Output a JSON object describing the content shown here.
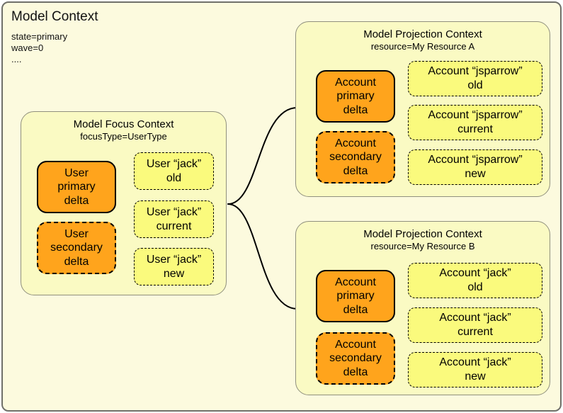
{
  "model_context": {
    "title": "Model Context",
    "properties": [
      "state=primary",
      "wave=0",
      "...."
    ]
  },
  "focus_context": {
    "title": "Model Focus Context",
    "subtitle": "focusType=UserType",
    "primary_delta": "User\nprimary\ndelta",
    "secondary_delta": "User\nsecondary\ndelta",
    "snapshots": [
      "User “jack”\nold",
      "User “jack”\ncurrent",
      "User “jack”\nnew"
    ]
  },
  "projection_a": {
    "title": "Model Projection Context",
    "subtitle": "resource=My Resource A",
    "primary_delta": "Account\nprimary\ndelta",
    "secondary_delta": "Account\nsecondary\ndelta",
    "snapshots": [
      "Account “jsparrow”\nold",
      "Account “jsparrow”\ncurrent",
      "Account “jsparrow”\nnew"
    ]
  },
  "projection_b": {
    "title": "Model Projection Context",
    "subtitle": "resource=My Resource B",
    "primary_delta": "Account\nprimary\ndelta",
    "secondary_delta": "Account\nsecondary\ndelta",
    "snapshots": [
      "Account “jack”\nold",
      "Account “jack”\ncurrent",
      "Account “jack”\nnew"
    ]
  },
  "colors": {
    "canvas_fill": "#FCFADE",
    "context_fill": "#FAFAC3",
    "snapshot_fill": "#FAFA7D",
    "delta_fill": "#FFA41C",
    "outer_border": "#70706A",
    "context_border": "#90907E",
    "connector": "#000000"
  }
}
